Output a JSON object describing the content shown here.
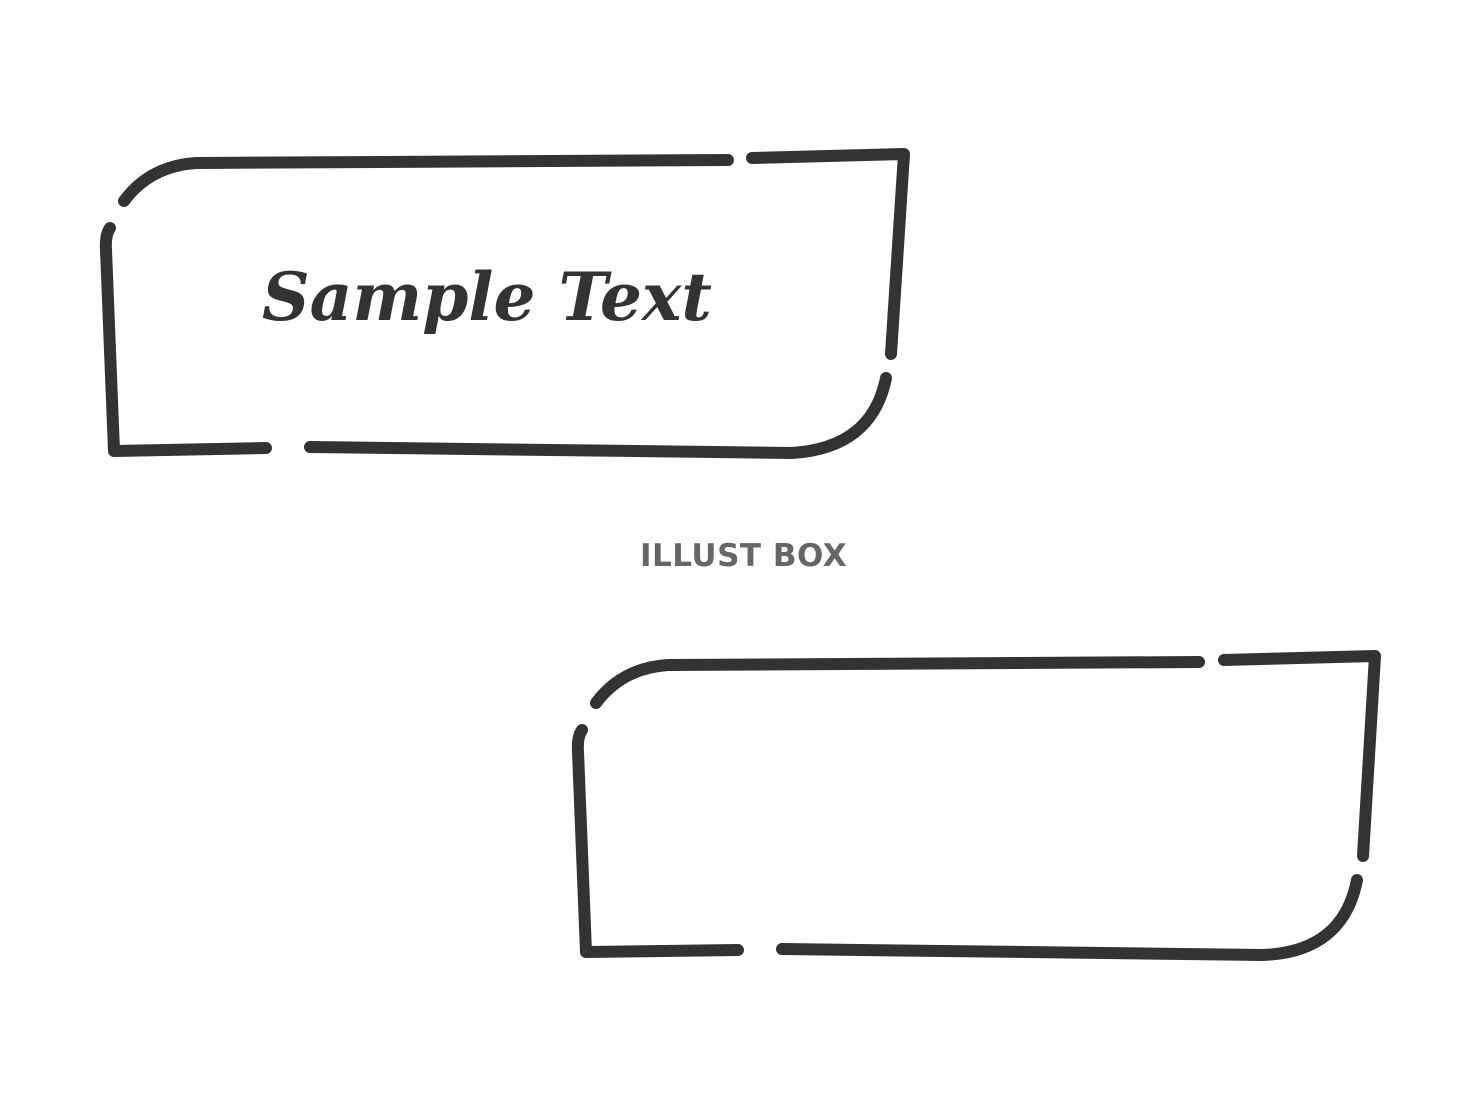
{
  "frames": [
    {
      "name": "frame-with-text",
      "text": "Sample Text",
      "stroke_color": "#333333"
    },
    {
      "name": "empty-frame",
      "text": "",
      "stroke_color": "#333333"
    }
  ],
  "watermark": {
    "text": "ILLUST BOX",
    "color": "#666666"
  },
  "colors": {
    "background": "#ffffff",
    "stroke": "#333333",
    "text": "#333333"
  }
}
